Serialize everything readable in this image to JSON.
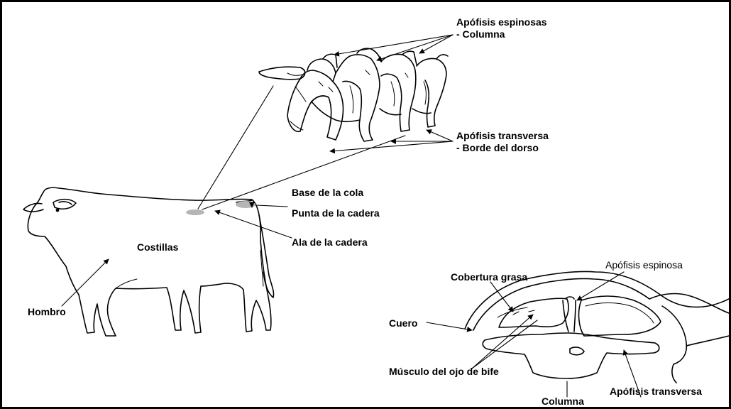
{
  "labels": {
    "spinous_column": {
      "line1": "Apófisis espinosas",
      "line2": "- Columna"
    },
    "transverse_back": {
      "line1": "Apófisis transversa",
      "line2": "- Borde del dorso"
    },
    "tail_base": "Base de la cola",
    "hip_point": "Punta de la cadera",
    "hip_wing": "Ala de la cadera",
    "ribs": "Costillas",
    "shoulder": "Hombro",
    "fat_cover": "Cobertura grasa",
    "spinous_process": "Apófisis espinosa",
    "hide": "Cuero",
    "ribeye_muscle": "Músculo del ojo de bife",
    "column": "Columna",
    "transverse_process": "Apófisis transversa"
  },
  "colors": {
    "ink": "#000000",
    "highlight": "#b5b5b5",
    "background": "#ffffff"
  }
}
